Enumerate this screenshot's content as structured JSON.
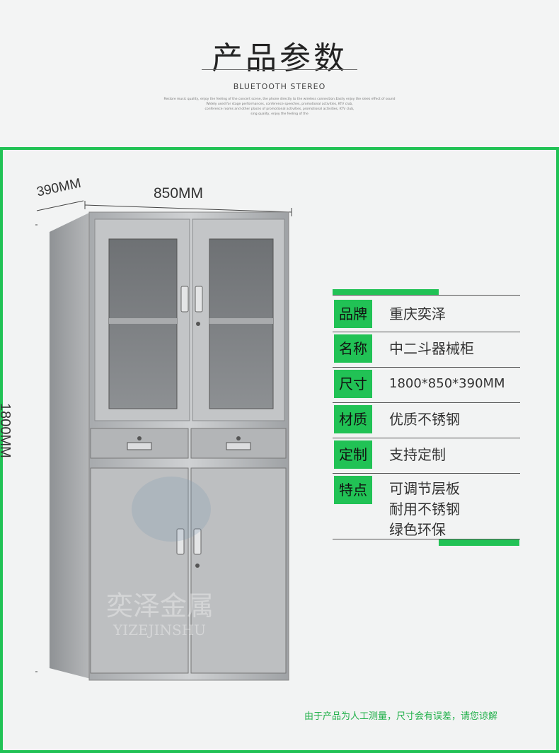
{
  "header": {
    "title": "产品参数",
    "subtitle": "BLUETOOTH STEREO",
    "desc_lines": [
      "Restore music quality, enjoy the feeling of the concert scene, the phone directly to the wireless connection.Easily enjoy the sleek effect of sound",
      "Widely used for stage performances, conference speeches, promotional activities, KTV club,",
      "conference rooms and other places of promotional activities, promotional activities, KTV club,",
      "sing quality, enjoy the feeling of the"
    ]
  },
  "dimensions": {
    "width": "850MM",
    "depth": "390MM",
    "height": "1800MM"
  },
  "watermark": {
    "cn": "奕泽金属",
    "en": "YIZEJINSHU"
  },
  "specs": [
    {
      "key": "品牌",
      "values": [
        "重庆奕泽"
      ]
    },
    {
      "key": "名称",
      "values": [
        "中二斗器械柜"
      ]
    },
    {
      "key": "尺寸",
      "values": [
        "1800*850*390MM"
      ]
    },
    {
      "key": "材质",
      "values": [
        "优质不锈钢"
      ]
    },
    {
      "key": "定制",
      "values": [
        "支持定制"
      ]
    },
    {
      "key": "特点",
      "values": [
        "可调节层板",
        "耐用不锈钢",
        "绿色环保"
      ]
    }
  ],
  "footer_note": "由于产品为人工测量，尺寸会有误差，请您谅解",
  "colors": {
    "accent": "#21c255",
    "steel": "#b9bbbd"
  }
}
